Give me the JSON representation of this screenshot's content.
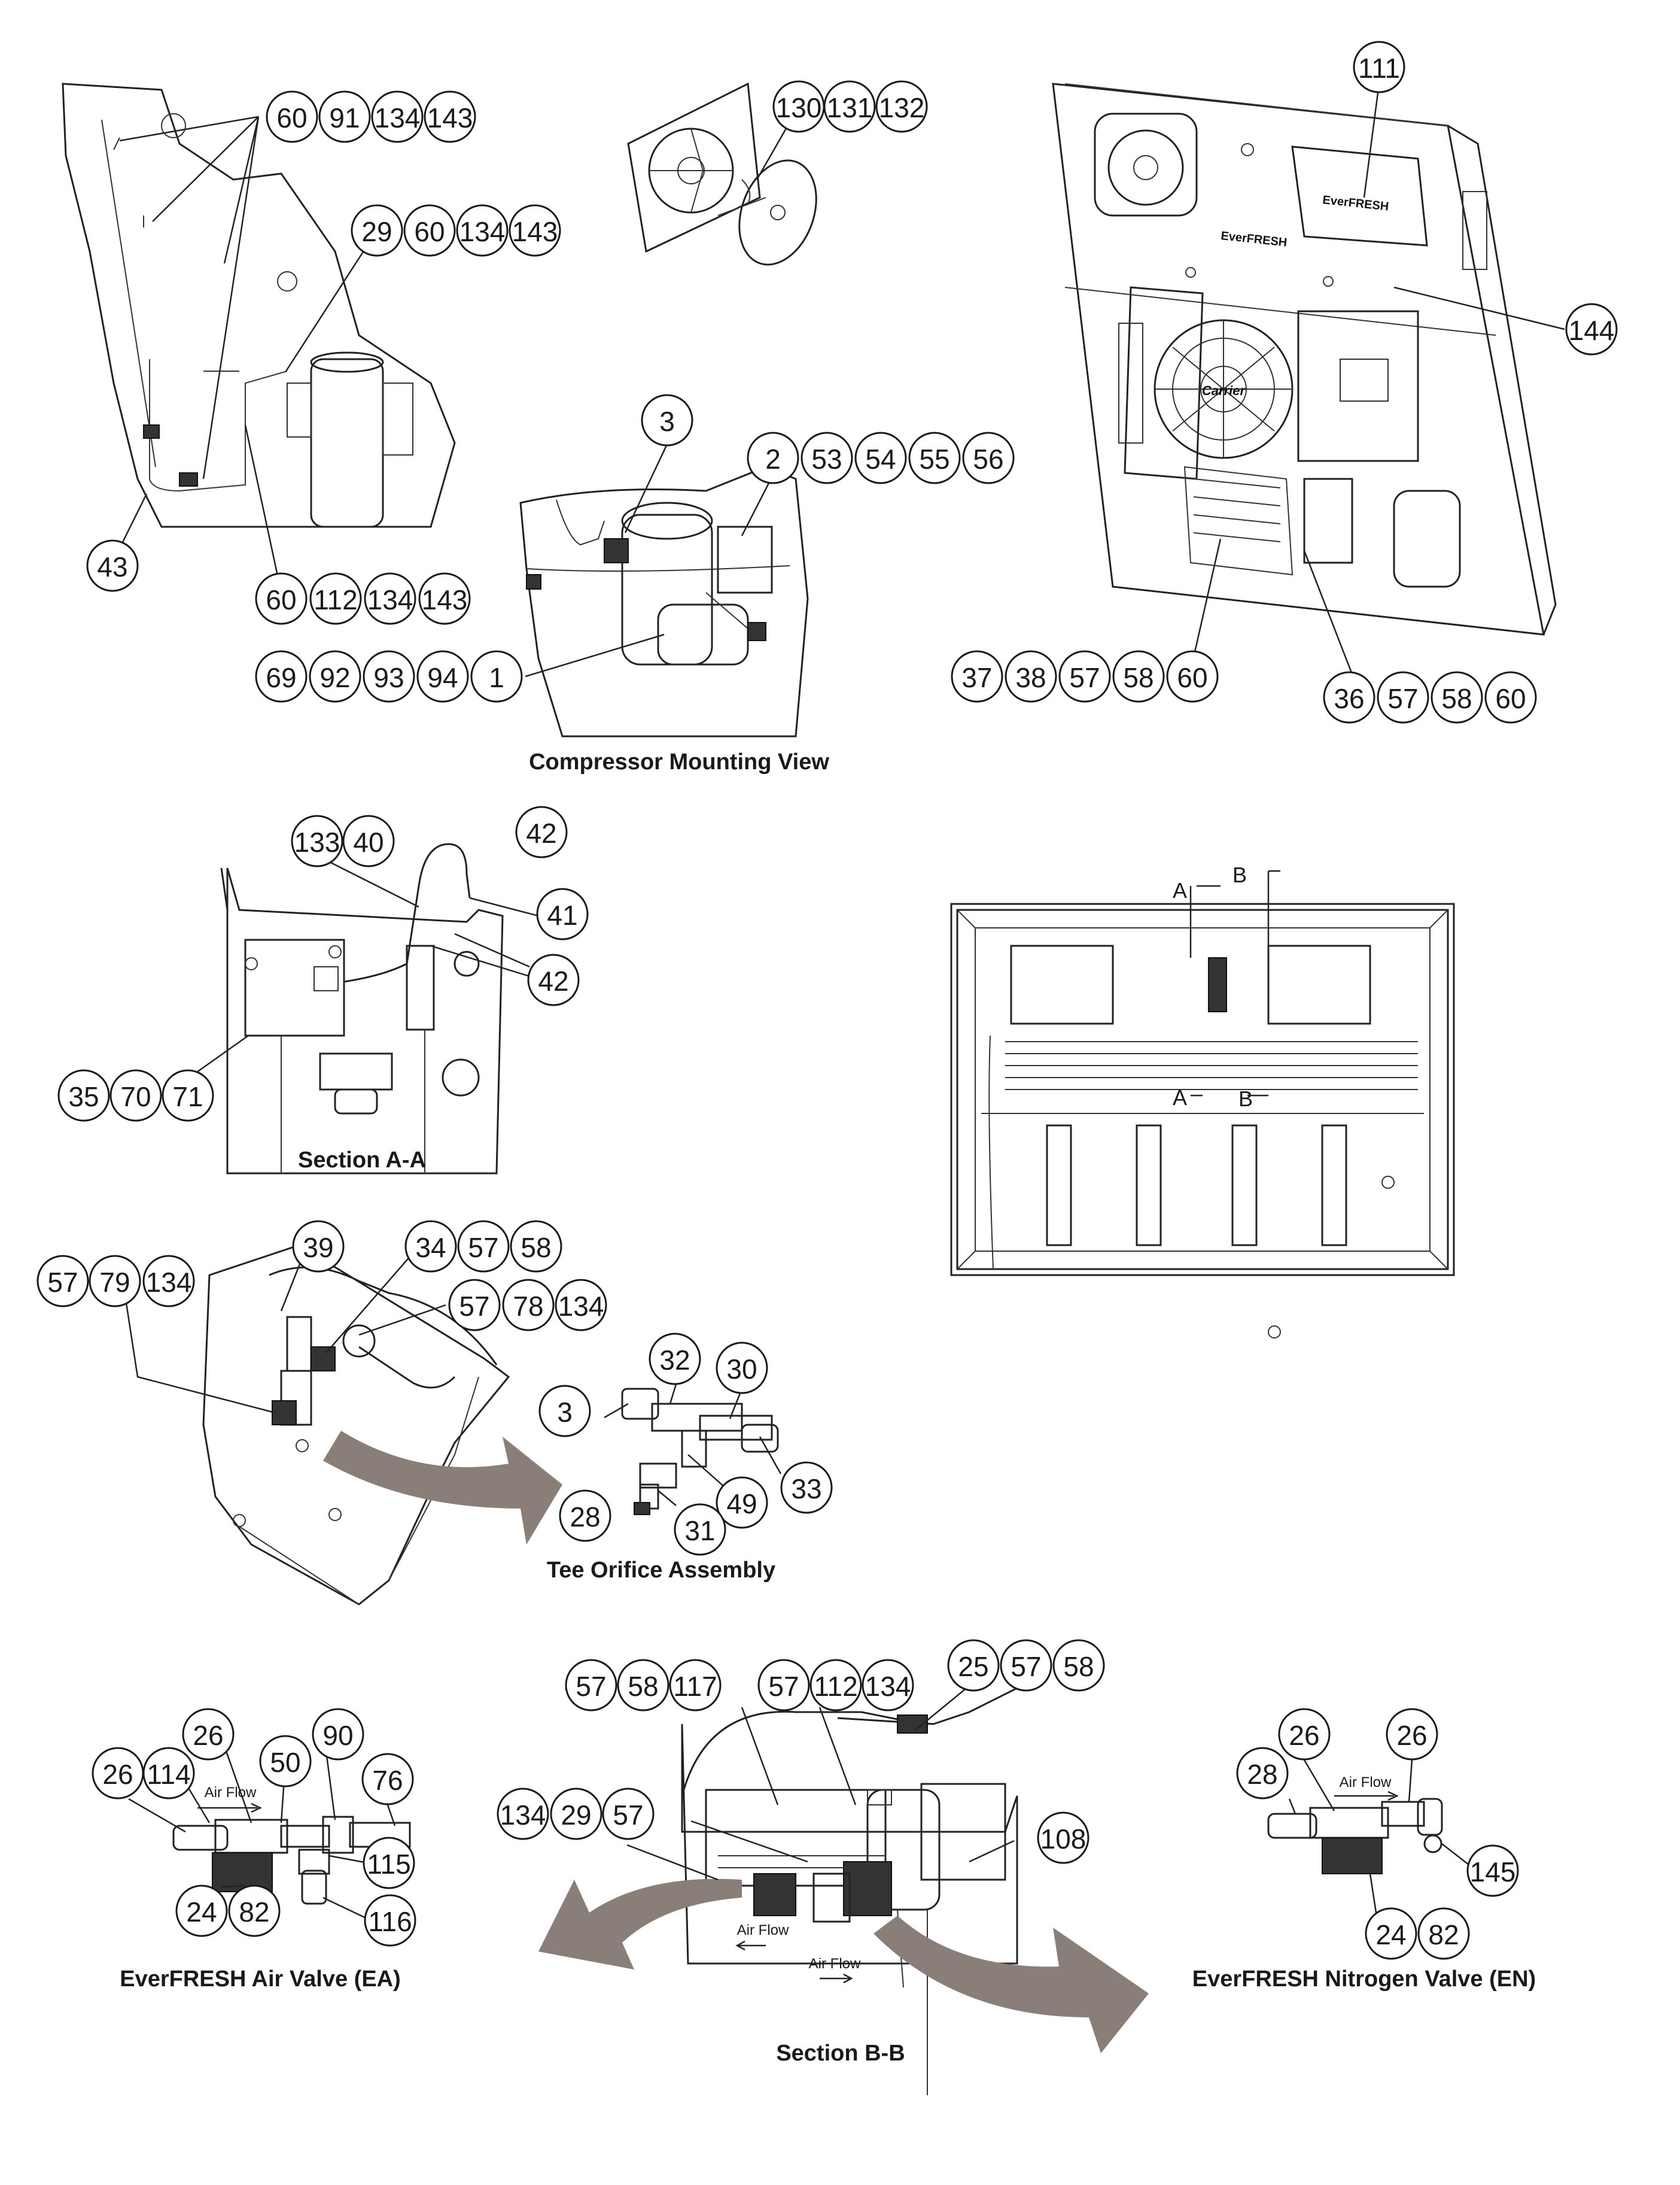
{
  "captions": {
    "compressor": "Compressor Mounting View",
    "section_aa": "Section A-A",
    "tee": "Tee Orifice Assembly",
    "ea_valve": "EverFRESH Air Valve (EA)",
    "section_bb": "Section B-B",
    "en_valve": "EverFRESH Nitrogen Valve (EN)"
  },
  "flow_labels": {
    "ea": "Air Flow",
    "bb_1": "Air Flow",
    "bb_2": "Air Flow",
    "en": "Air Flow"
  },
  "section_markers": {
    "a_top": "A",
    "b_top": "B",
    "a_bottom": "A",
    "b_bottom": "B"
  },
  "panel_labels": {
    "brand_1": "EverFRESH",
    "brand_2": "EverFRESH",
    "fan_logo": "Carrier"
  },
  "callouts": [
    "60",
    "91",
    "134",
    "143",
    "29",
    "60",
    "134",
    "143",
    "43",
    "60",
    "112",
    "134",
    "143",
    "130",
    "131",
    "132",
    "3",
    "2",
    "53",
    "54",
    "55",
    "56",
    "69",
    "92",
    "93",
    "94",
    "1",
    "111",
    "144",
    "37",
    "38",
    "57",
    "58",
    "60",
    "36",
    "57",
    "58",
    "60",
    "133",
    "40",
    "42",
    "41",
    "42",
    "35",
    "70",
    "71",
    "39",
    "34",
    "57",
    "58",
    "57",
    "79",
    "134",
    "57",
    "78",
    "134",
    "32",
    "30",
    "3",
    "33",
    "49",
    "28",
    "31",
    "57",
    "58",
    "117",
    "57",
    "112",
    "134",
    "25",
    "57",
    "58",
    "108",
    "134",
    "29",
    "57",
    "26",
    "114",
    "50",
    "90",
    "26",
    "76",
    "115",
    "24",
    "82",
    "116",
    "26",
    "26",
    "28",
    "145",
    "24",
    "82"
  ]
}
